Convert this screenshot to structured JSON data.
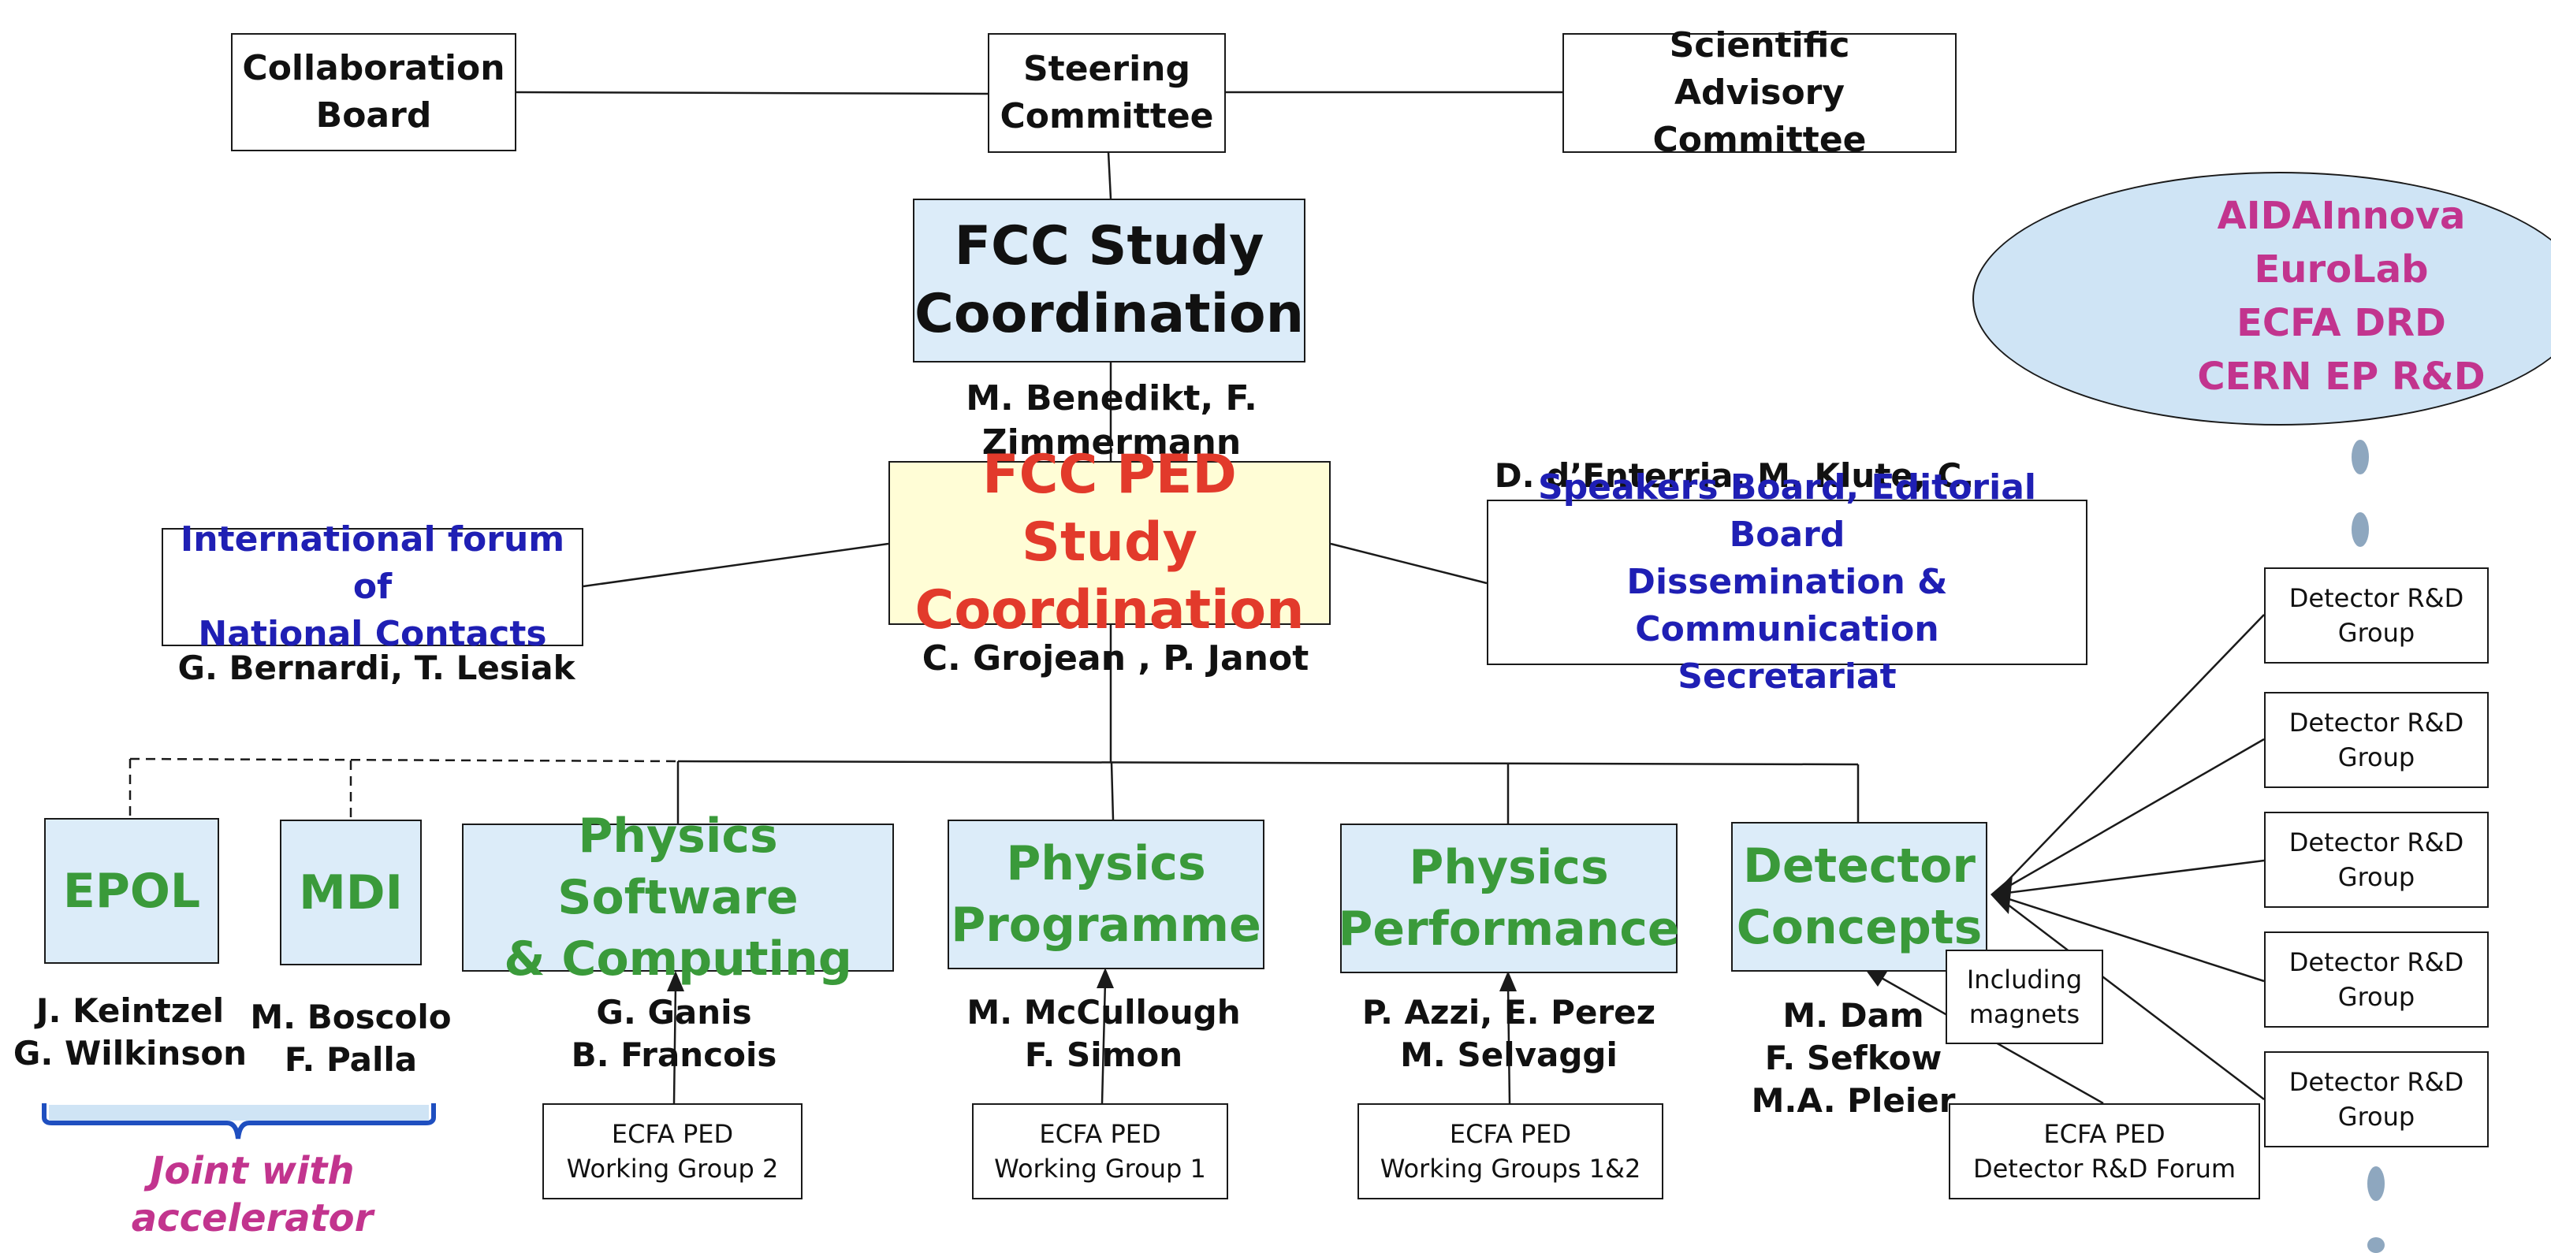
{
  "colors": {
    "green": "#3a9a3a",
    "red": "#e23a2b",
    "navy": "#1f1fb4",
    "magenta": "#c2348e",
    "border": "#1a1a1a",
    "light_blue": "#dcecf9",
    "light_yellow": "#fffdd6"
  },
  "top": {
    "collaboration_board": "Collaboration\nBoard",
    "steering_committee": "Steering\nCommittee",
    "scientific_advisory": "Scientific\nAdvisory Committee"
  },
  "study_coordination": {
    "title": "FCC Study\nCoordination",
    "people": "M. Benedikt, F. Zimmermann"
  },
  "ped_coordination": {
    "title": "FCC PED Study\nCoordination",
    "people": "C. Grojean ,  P. Janot"
  },
  "national_contacts": {
    "title": "International forum of\nNational Contacts",
    "people": "G. Bernardi, T. Lesiak"
  },
  "speakers_board": {
    "title": "Speakers Board, Editorial Board\nDissemination & Communication\nSecretariat",
    "people": "D. d’Enterria, M. Klute, C. Lourenco"
  },
  "ellipse": {
    "text": "AIDAInnova\nEuroLab\nECFA DRD\nCERN EP R&D"
  },
  "groups": [
    {
      "title": "EPOL",
      "people": "J. Keintzel\nG. Wilkinson"
    },
    {
      "title": "MDI",
      "people": "M. Boscolo\nF. Palla"
    },
    {
      "title": "Physics Software\n& Computing",
      "people": "G. Ganis\nB. Francois"
    },
    {
      "title": "Physics\nProgramme",
      "people": "M. McCullough\nF. Simon"
    },
    {
      "title": "Physics\nPerformance",
      "people": "P. Azzi, E. Perez\nM. Selvaggi"
    },
    {
      "title": "Detector\nConcepts",
      "people": "M. Dam\nF. Sefkow\nM.A. Pleier"
    }
  ],
  "joint_label": "Joint with accelerator",
  "including_magnets": "Including\nmagnets",
  "ecfa": [
    "ECFA PED\nWorking Group 2",
    "ECFA PED\nWorking Group 1",
    "ECFA PED\nWorking Groups 1&2",
    "ECFA PED\nDetector R&D Forum"
  ],
  "detector_rd_groups": [
    "Detector R&D\nGroup",
    "Detector R&D\nGroup",
    "Detector R&D\nGroup",
    "Detector R&D\nGroup",
    "Detector R&D\nGroup"
  ]
}
